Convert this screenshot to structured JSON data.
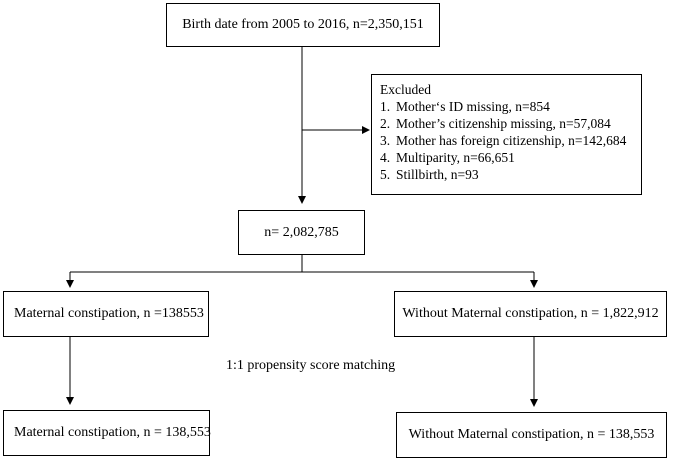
{
  "nodes": {
    "birth": "Birth date  from 2005 to 2016, n=2,350,151",
    "excluded": {
      "title": "Excluded",
      "items": [
        {
          "num": "1.",
          "text": "Mother‘s ID missing, n=854"
        },
        {
          "num": "2.",
          "text": "Mother’s citizenship missing, n=57,084"
        },
        {
          "num": "3.",
          "text": "Mother has foreign citizenship, n=142,684"
        },
        {
          "num": "4.",
          "text": "Multiparity, n=66,651"
        },
        {
          "num": "5.",
          "text": "Stillbirth, n=93"
        }
      ]
    },
    "total": "n= 2,082,785",
    "maternal": "Maternal constipation,  n =138553",
    "without": "Without Maternal constipation, n = 1,822,912",
    "maternal_matched": "Maternal constipation, n = 138,553",
    "without_matched": "Without Maternal constipation, n = 138,553"
  },
  "edges": [
    {
      "from": "birth",
      "to": "total"
    },
    {
      "from": "birth",
      "to": "excluded"
    },
    {
      "from": "total",
      "to": "maternal"
    },
    {
      "from": "total",
      "to": "without"
    },
    {
      "from": "maternal",
      "to": "maternal_matched"
    },
    {
      "from": "without",
      "to": "without_matched"
    }
  ],
  "annotation": "1:1 propensity score matching"
}
